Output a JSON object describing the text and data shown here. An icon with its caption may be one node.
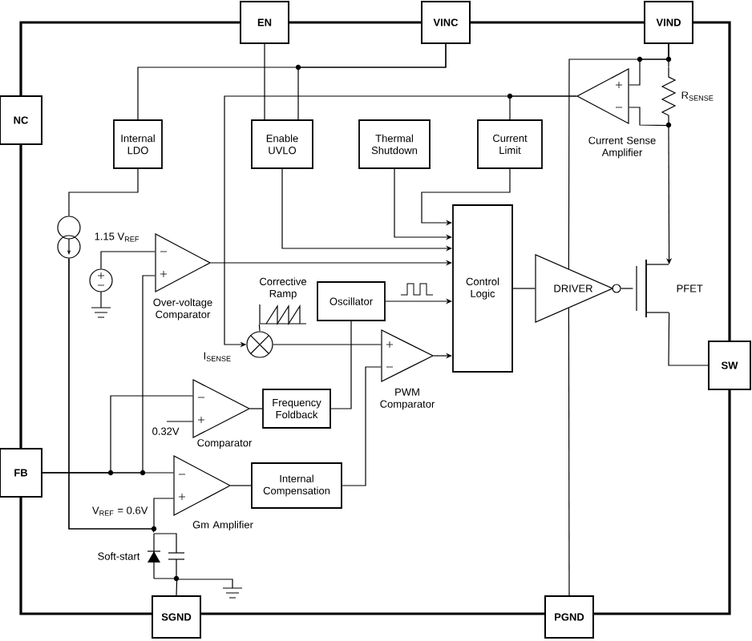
{
  "diagram": {
    "nodes": [
      {
        "text": [
          "EN"
        ]
      },
      {
        "text": [
          "VINC"
        ]
      },
      {
        "text": [
          "VIND"
        ]
      },
      {
        "text": [
          "NC"
        ]
      },
      {
        "text": [
          "Internal LDO"
        ]
      },
      {
        "text": [
          "Enable UVLO"
        ]
      },
      {
        "text": [
          "Thermal Shutdown"
        ]
      },
      {
        "text": [
          "Current Limit"
        ]
      },
      {
        "text": [],
        "shape": "triangle",
        "beside": [
          "Current Sense Amplifier"
        ]
      },
      {
        "text": [],
        "shape": "resistor",
        "beside": [
          "R$_{SENSE}$"
        ]
      },
      {
        "text": [],
        "shape": "circle"
      },
      {
        "text": [],
        "shape": "circle"
      },
      {
        "text": [],
        "shape": "triangle",
        "beside": [
          "Over-voltage Comparator"
        ]
      },
      {
        "text": [],
        "shape": "waveform",
        "beside": [
          "Corrective Ramp"
        ]
      },
      {
        "text": [
          "Oscillator"
        ]
      },
      {
        "text": [
          "Control Logic"
        ]
      },
      {
        "text": [
          "DRIVER"
        ]
      },
      {
        "text": [],
        "shape": "transistor",
        "beside": [
          "PFET"
        ]
      },
      {
        "text": [],
        "shape": "circle"
      },
      {
        "text": [],
        "shape": "triangle",
        "beside": [
          "PWM Comparator"
        ]
      },
      {
        "text": [
          "SW"
        ]
      },
      {
        "text": [],
        "shape": "triangle",
        "beside": [
          "Comparator"
        ]
      },
      {
        "text": [
          "Frequency Foldback"
        ]
      },
      {
        "text": [
          "FB"
        ]
      },
      {
        "text": [],
        "shape": "triangle",
        "beside": [
          "Gm Amplifier"
        ]
      },
      {
        "text": [
          "Internal Compensation"
        ]
      },
      {
        "text": [],
        "shape": "capacitor",
        "beside": [
          "Soft-start"
        ]
      },
      {
        "text": [
          "SGND"
        ]
      },
      {
        "text": [
          "PGND"
        ]
      }
    ],
    "edges": [
      {
        "from": 0,
        "to": 5,
        "arrow": "none"
      },
      {
        "from": 1,
        "to": 4,
        "arrow": "none"
      },
      {
        "from": 1,
        "to": 5,
        "arrow": "none"
      },
      {
        "from": 2,
        "to": 9,
        "arrow": "none"
      },
      {
        "from": 2,
        "to": 8,
        "arrow": "none"
      },
      {
        "from": 2,
        "to": 16,
        "arrow": "none"
      },
      {
        "from": 9,
        "to": 8,
        "arrow": "none"
      },
      {
        "from": 9,
        "to": 17,
        "arrow": "to"
      },
      {
        "from": 8,
        "to": 7,
        "arrow": "none"
      },
      {
        "from": 8,
        "to": 18,
        "arrow": "to",
        "label": "I$_{SENSE}$"
      },
      {
        "from": 5,
        "to": 15,
        "arrow": "to"
      },
      {
        "from": 6,
        "to": 15,
        "arrow": "to"
      },
      {
        "from": 7,
        "to": 15,
        "arrow": "to"
      },
      {
        "from": 12,
        "to": 15,
        "arrow": "to"
      },
      {
        "from": 14,
        "to": 15,
        "arrow": "to"
      },
      {
        "from": 19,
        "to": 15,
        "arrow": "to"
      },
      {
        "from": 15,
        "to": 16,
        "arrow": "none"
      },
      {
        "from": 16,
        "to": 17,
        "arrow": "none"
      },
      {
        "from": 17,
        "to": 20,
        "arrow": "none"
      },
      {
        "from": 16,
        "to": 28,
        "arrow": "none"
      },
      {
        "from": 22,
        "to": 14,
        "arrow": "none"
      },
      {
        "from": 13,
        "to": 18,
        "arrow": "none"
      },
      {
        "from": 18,
        "to": 19,
        "arrow": "none"
      },
      {
        "from": 25,
        "to": 19,
        "arrow": "none"
      },
      {
        "from": 24,
        "to": 25,
        "arrow": "none"
      },
      {
        "from": 21,
        "to": 22,
        "arrow": "none"
      },
      {
        "from": 23,
        "to": 24,
        "arrow": "none"
      },
      {
        "from": 23,
        "to": 21,
        "arrow": "none"
      },
      {
        "from": 23,
        "to": 12,
        "arrow": "none"
      },
      {
        "from": 11,
        "to": 12,
        "arrow": "none"
      },
      {
        "from": 4,
        "to": 10,
        "arrow": "none"
      },
      {
        "from": 10,
        "to": 24,
        "arrow": "none"
      },
      {
        "from": 10,
        "to": 26,
        "arrow": "none"
      },
      {
        "from": 26,
        "to": 27,
        "arrow": "none"
      },
      {
        "from": null,
        "to": 21,
        "arrow": "none",
        "label": "0.32V"
      }
    ],
    "labels": [
      "1.15 V$_{REF}$",
      "V$_{REF}$ = 0.6V"
    ]
  }
}
